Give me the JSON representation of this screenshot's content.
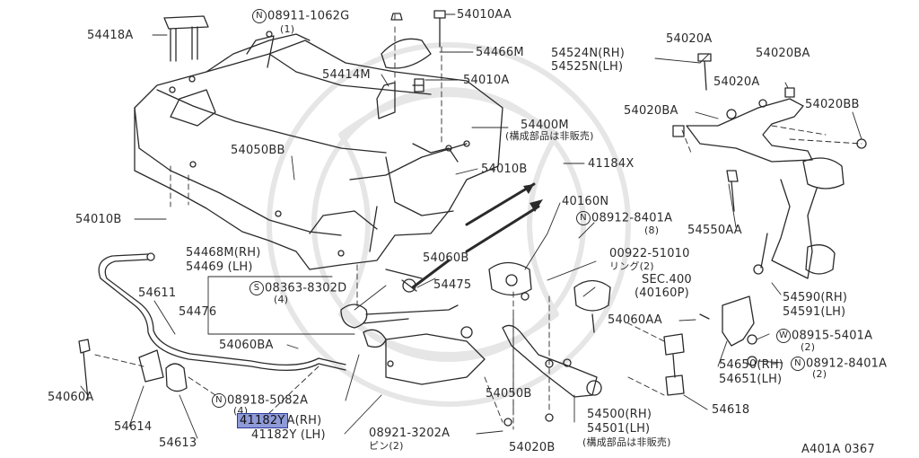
{
  "title_code": "A401A 0367",
  "colors": {
    "line": "#2a2a2a",
    "highlight": "#8f9ad8",
    "watermark": "#e4e4e4"
  },
  "labels": {
    "p54418A": "54418A",
    "n08911": "08911-1062G",
    "n08911_qty": "(1)",
    "p54010AA": "54010AA",
    "p54466M": "54466M",
    "p54414M": "54414M",
    "p54010A": "54010A",
    "p54400M": "54400M",
    "p54400M_note": "構成部品は非販売",
    "p54050BB": "54050BB",
    "p54010B_right": "54010B",
    "p41184X": "41184X",
    "p54010B_left": "54010B",
    "p54020A_top": "54020A",
    "p54524N": "54524N(RH)",
    "p54525N": "54525N(LH)",
    "p54020BA_top": "54020BA",
    "p54020A_mid": "54020A",
    "p54020BA_mid": "54020BA",
    "p54020BB": "54020BB",
    "p40160N": "40160N",
    "n08912_top": "08912-8401A",
    "n08912_top_qty": "(8)",
    "p54468M": "54468M(RH)",
    "p54469": "54469 (LH)",
    "p54611": "54611",
    "n08363": "08363-8302D",
    "n08363_qty": "(4)",
    "p54476": "54476",
    "p54060B": "54060B",
    "p54475": "54475",
    "p00922": "00922-51010",
    "p00922_note": "リング(2)",
    "p54550AA": "54550AA",
    "sec400": "SEC.400",
    "sec400_ref": "(40160P)",
    "p54590": "54590(RH)",
    "p54591": "54591(LH)",
    "p54060AA": "54060AA",
    "p54060BA": "54060BA",
    "n08915": "08915-5401A",
    "n08915_qty": "(2)",
    "n08912_bot": "08912-8401A",
    "n08912_bot_qty": "(2)",
    "p54060A": "54060A",
    "p54650": "54650(RH)",
    "p54651": "54651(LH)",
    "n08918": "08918-5082A",
    "n08918_qty": "(4)",
    "p54618": "54618",
    "p54050B": "54050B",
    "p41182YA_a": "41182Y",
    "p41182YA_b": "A(RH)",
    "p41182Y": "41182Y (LH)",
    "p54614": "54614",
    "p54613": "54613",
    "p54500": "54500(RH)",
    "p54501": "54501(LH)",
    "p54501_note": "(構成部品は非販売)",
    "n08921": "08921-3202A",
    "n08921_note": "ピン(2)",
    "p54020B": "54020B",
    "circle_n": "N",
    "circle_s": "S",
    "circle_w": "W"
  }
}
